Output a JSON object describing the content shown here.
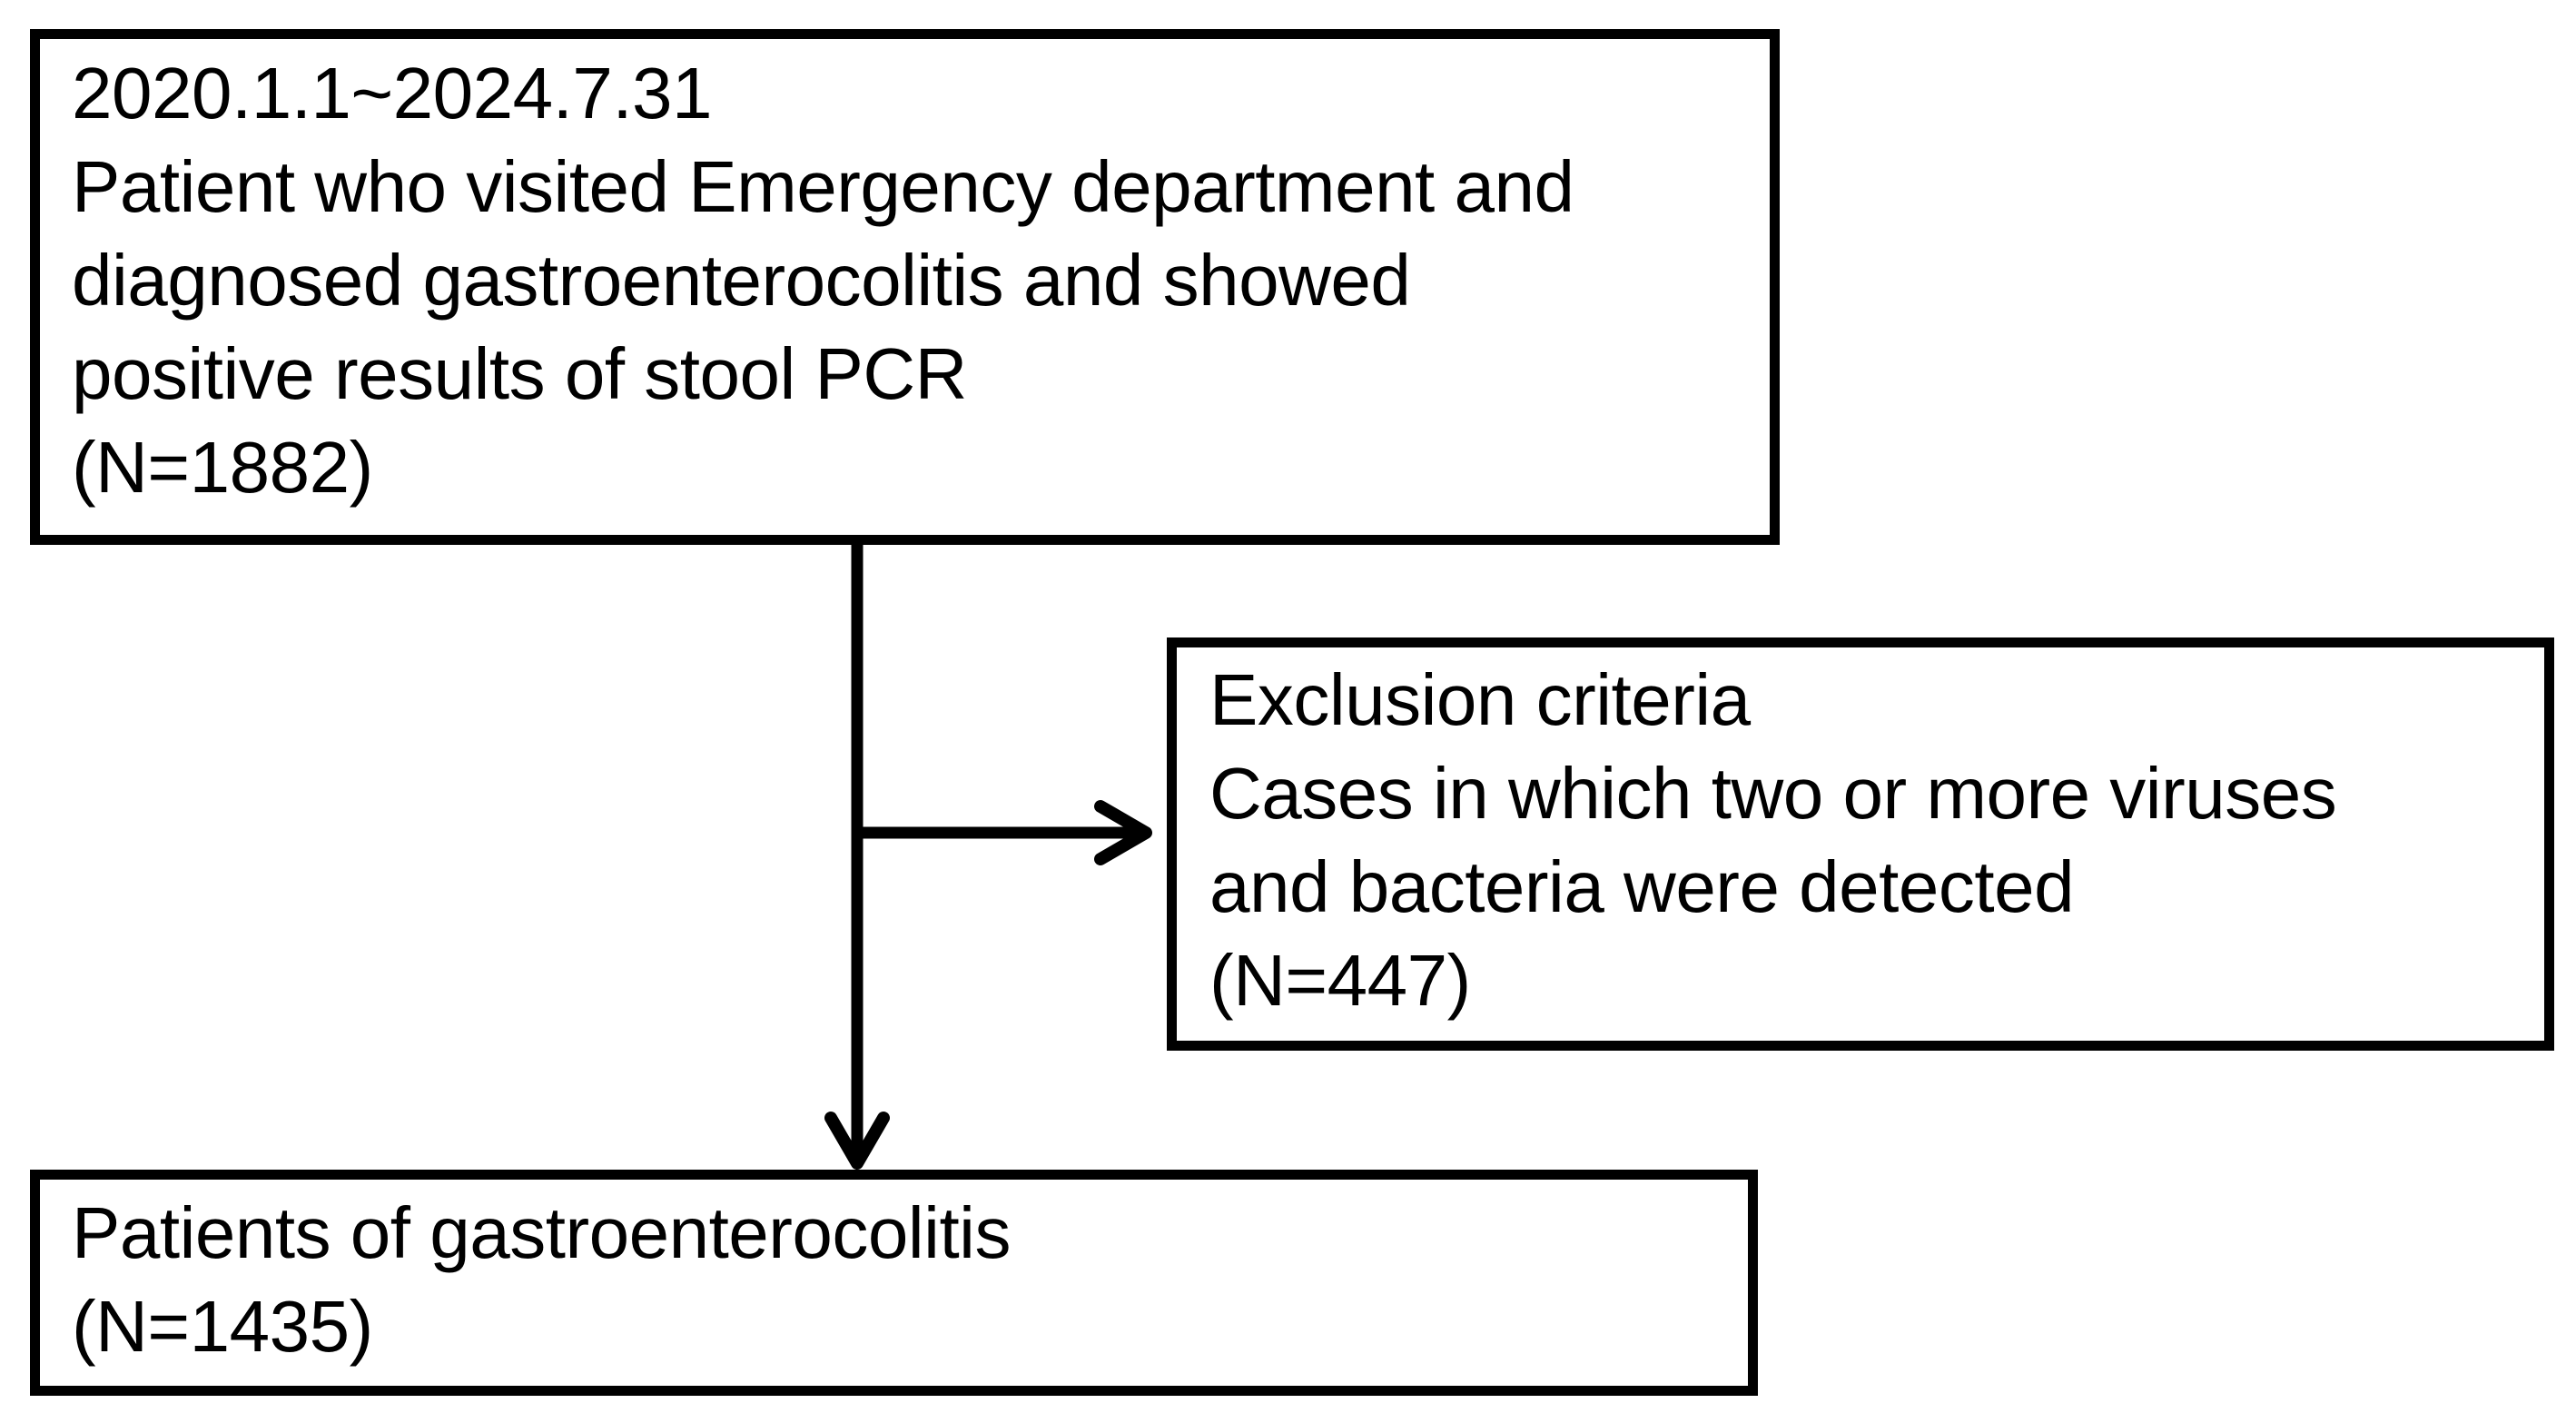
{
  "page": {
    "background": "#ffffff"
  },
  "colors": {
    "box_border": "#000000",
    "box_fill": "#ffffff",
    "text": "#000000",
    "arrow": "#000000"
  },
  "boxes": {
    "source": {
      "lines": [
        "2020.1.1~2024.7.31",
        "Patient who visited Emergency department and",
        "diagnosed gastroenterocolitis and showed",
        "positive results of stool PCR",
        "(N=1882)"
      ],
      "n": 1882
    },
    "exclusion": {
      "lines": [
        "Exclusion criteria",
        "Cases in which two or more viruses",
        "and bacteria were detected",
        "(N=447)"
      ],
      "n": 447
    },
    "result": {
      "lines": [
        "Patients of gastroenterocolitis",
        "(N=1435)"
      ],
      "n": 1435
    }
  },
  "icons": {
    "down_arrow": "down-arrow-icon",
    "right_arrow": "right-arrow-icon"
  }
}
